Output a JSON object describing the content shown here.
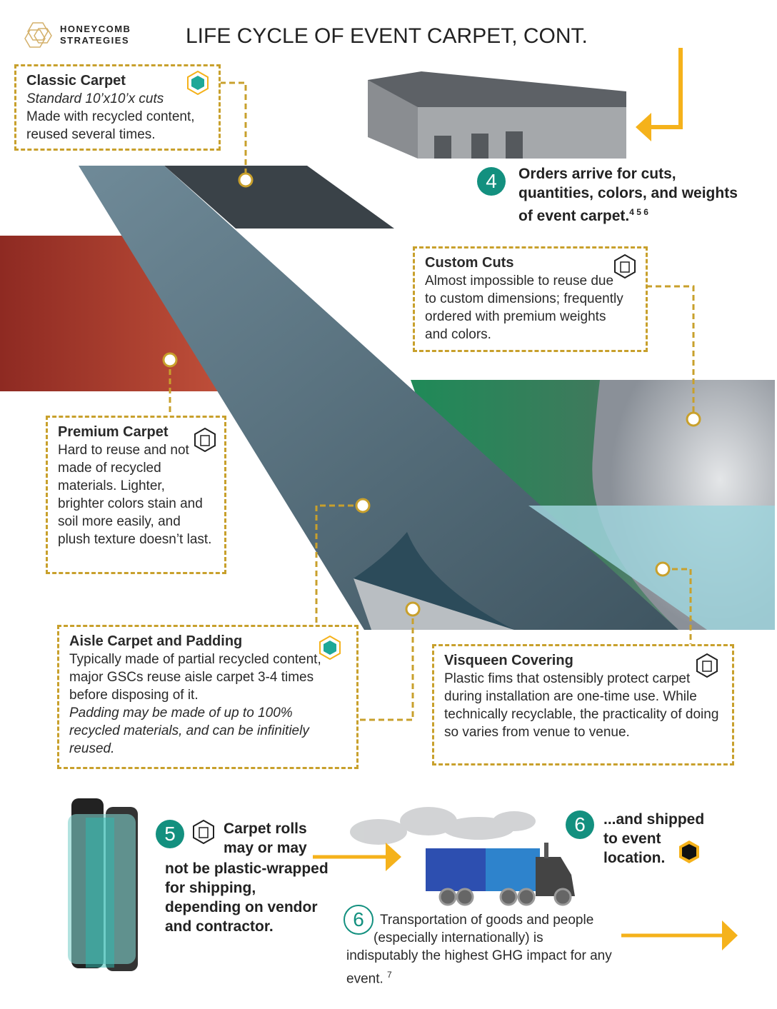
{
  "logo": {
    "line1": "HONEYCOMB",
    "line2": "STRATEGIES"
  },
  "title": "LIFE CYCLE OF EVENT CARPET, CONT.",
  "colors": {
    "gold": "#c8a02c",
    "teal": "#13907f",
    "arrow": "#f5b21b",
    "red": "#a83427"
  },
  "classic": {
    "title": "Classic Carpet",
    "subtitle": "Standard 10’x10’x cuts",
    "body": "Made with recycled content, reused several times.",
    "icon": "tree-hex-icon"
  },
  "step4": {
    "num": "4",
    "text": "Orders arrive for cuts, quantities, colors, and weights of event carpet.",
    "sup": "4 5 6"
  },
  "custom": {
    "title": "Custom Cuts",
    "body": "Almost impossible to reuse due to custom dimensions; frequently ordered with premium weights and colors.",
    "icon": "trash-hex-icon"
  },
  "premium": {
    "title": "Premium Carpet",
    "body": "Hard to reuse and not made of recycled materials. Lighter, brighter colors stain and soil more easily, and plush texture doesn’t last.",
    "icon": "trash-hex-icon"
  },
  "aisle": {
    "title": "Aisle Carpet and Padding",
    "body": "Typically made of partial recycled content, major GSCs reuse aisle carpet 3-4 times before disposing of it.",
    "italic": "Padding may be made of up to 100% recycled materials, and can be infinitiely reused.",
    "icon": "tree-hex-icon"
  },
  "visqueen": {
    "title": "Visqueen Covering",
    "body": "Plastic fims that ostensibly protect carpet during installation are one-time use. While technically recyclable, the practicality of doing so varies from venue to venue.",
    "icon": "trash-hex-icon"
  },
  "step5": {
    "num": "5",
    "line1": "Carpet rolls",
    "line2": "may or may",
    "rest": "not be plastic-wrapped for shipping, depending on vendor and contractor."
  },
  "step6a": {
    "num": "6",
    "text": "...and shipped to event location."
  },
  "step6b": {
    "num": "6",
    "line1": "Transportation of goods and people",
    "line2": "(especially internationally) is",
    "rest": "indisputably the highest GHG impact for any event.",
    "sup": "7"
  }
}
